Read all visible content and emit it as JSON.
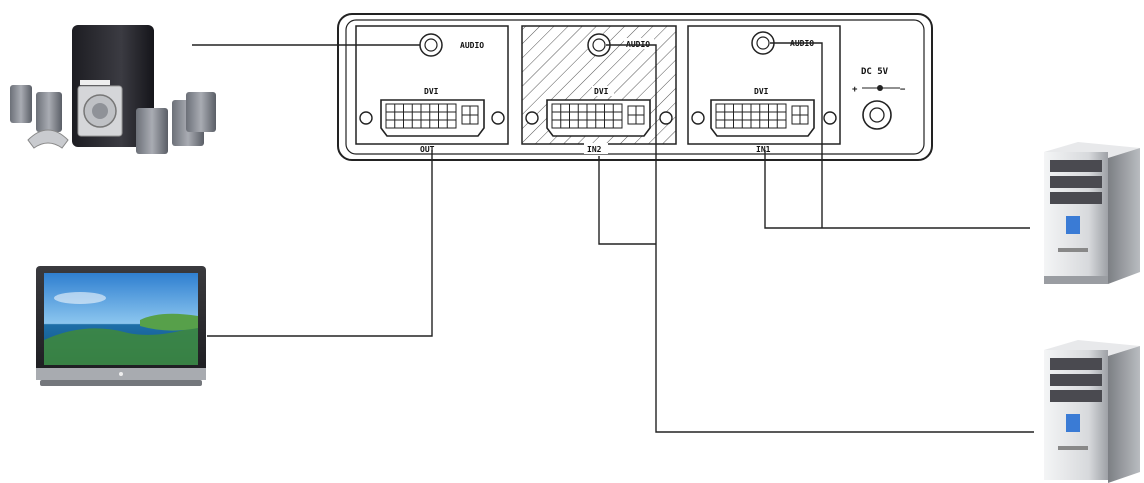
{
  "device": {
    "panel_out": {
      "audio_label": "AUDIO",
      "dvi_label": "DVI",
      "port_label": "OUT"
    },
    "panel_in2": {
      "audio_label": "AUDIO",
      "dvi_label": "DVI",
      "port_label": "IN2"
    },
    "panel_in1": {
      "audio_label": "AUDIO",
      "dvi_label": "DVI",
      "port_label": "IN1"
    },
    "power": {
      "label": "DC 5V",
      "polarity_plus": "+",
      "polarity_minus": "−"
    }
  },
  "colors": {
    "line": "#222222",
    "speaker_dark": "#2a2a2e",
    "speaker_grey": "#8a8d94",
    "pc_silver": "#d9dbde",
    "pc_dark": "#3a3a3e",
    "screen_sky": "#3c8fd6",
    "screen_sea": "#1e6fa8",
    "screen_green": "#3f8a3a"
  },
  "icons": {
    "speakers": "speaker-system-icon",
    "tv": "tv-monitor-icon",
    "pc_top": "desktop-pc-icon",
    "pc_bottom": "desktop-pc-icon"
  }
}
